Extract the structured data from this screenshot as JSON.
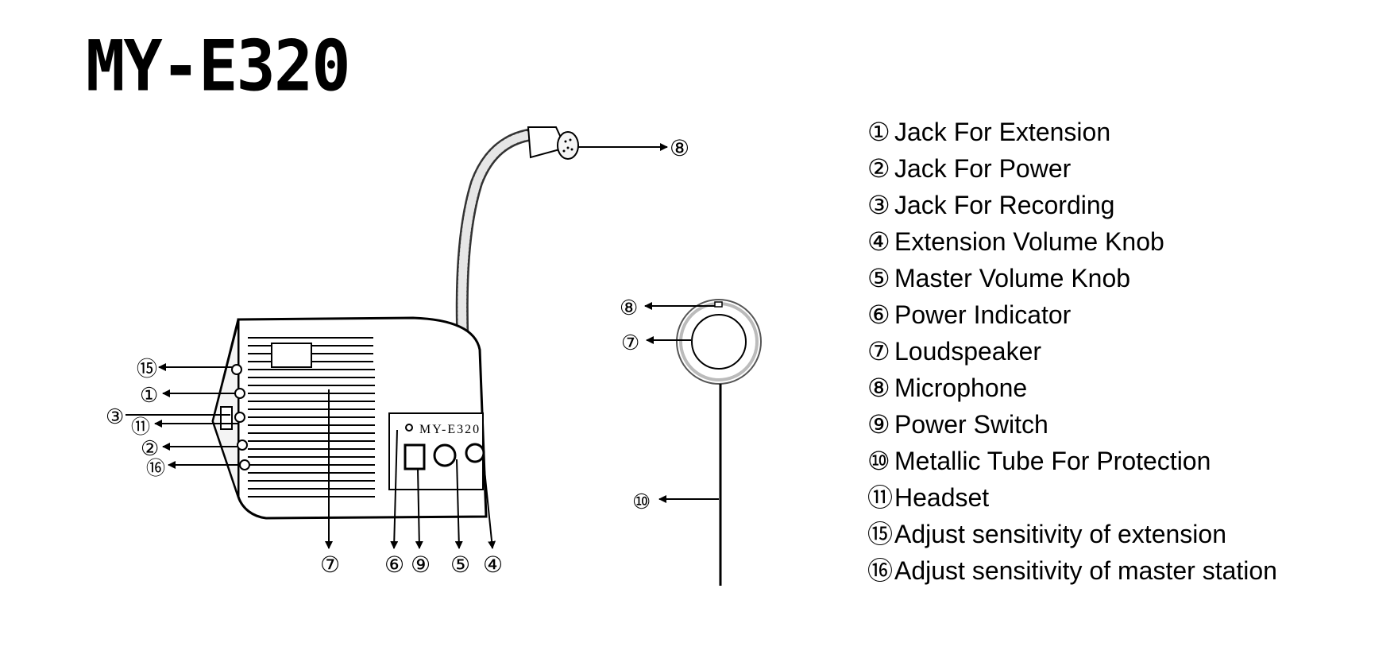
{
  "title": "MY-E320",
  "device_label": "MY-E320",
  "legend": [
    {
      "num": "①",
      "text": "Jack For Extension"
    },
    {
      "num": "②",
      "text": "Jack For Power"
    },
    {
      "num": "③",
      "text": "Jack For Recording"
    },
    {
      "num": "④",
      "text": "Extension Volume Knob"
    },
    {
      "num": "⑤",
      "text": "Master Volume Knob"
    },
    {
      "num": "⑥",
      "text": "Power Indicator"
    },
    {
      "num": "⑦",
      "text": "Loudspeaker"
    },
    {
      "num": "⑧",
      "text": "Microphone"
    },
    {
      "num": "⑨",
      "text": "Power Switch"
    },
    {
      "num": "⑩",
      "text": "Metallic Tube For Protection"
    },
    {
      "num": "⑪",
      "text": "Headset"
    },
    {
      "num": "⑮",
      "text": "Adjust sensitivity of extension"
    },
    {
      "num": "⑯",
      "text": "Adjust sensitivity of master station"
    }
  ],
  "callouts": {
    "mic_top": "⑧",
    "side_15": "⑮",
    "side_1": "①",
    "side_3": "③",
    "side_11": "⑪",
    "side_2": "②",
    "side_16": "⑯",
    "bottom_7": "⑦",
    "bottom_6": "⑥",
    "bottom_9": "⑨",
    "bottom_5": "⑤",
    "bottom_4": "④",
    "mic_head_8": "⑧",
    "mic_head_7": "⑦",
    "tube_10": "⑩"
  }
}
